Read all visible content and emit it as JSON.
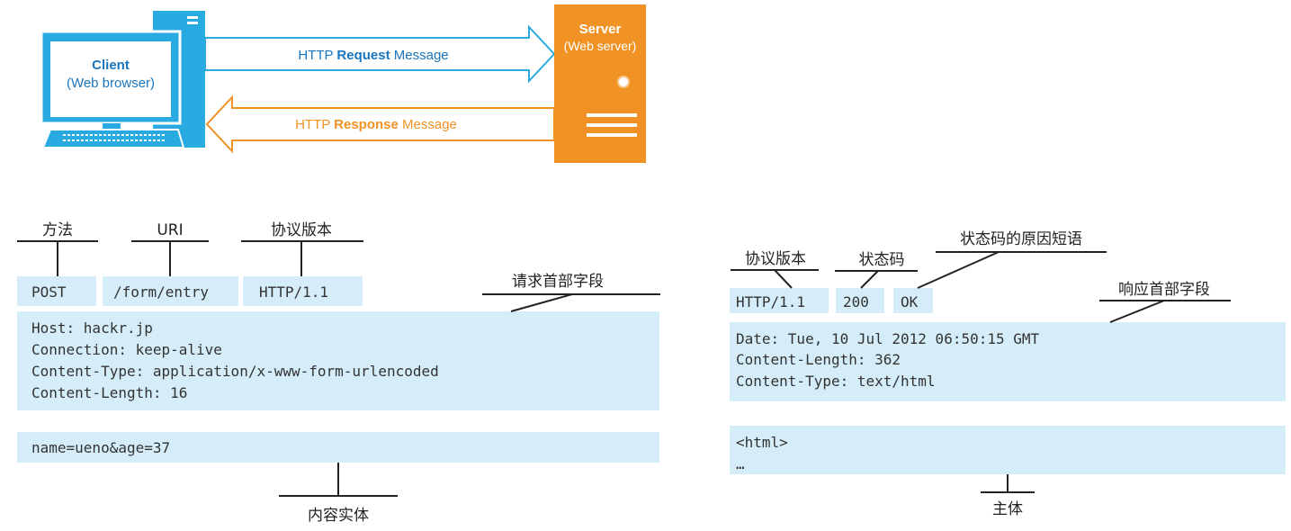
{
  "colors": {
    "client_blue": "#29abe2",
    "client_text": "#1a75bc",
    "server_orange": "#f19224",
    "code_bg": "#d5edf8",
    "line": "#222222"
  },
  "top": {
    "client": {
      "title": "Client",
      "subtitle": "(Web browser)",
      "icon": "computer-icon"
    },
    "server": {
      "title": "Server",
      "subtitle": "(Web server)",
      "icon": "server-icon"
    },
    "request_arrow": {
      "prefix": "HTTP ",
      "bold": "Request",
      "suffix": " Message"
    },
    "response_arrow": {
      "prefix": "HTTP ",
      "bold": "Response",
      "suffix": " Message"
    }
  },
  "request": {
    "labels": {
      "method": "方法",
      "uri": "URI",
      "version": "协议版本",
      "headers": "请求首部字段",
      "body": "内容实体"
    },
    "line": {
      "method": "POST",
      "uri": "/form/entry",
      "version": "HTTP/1.1"
    },
    "headers": [
      "Host: hackr.jp",
      "Connection: keep-alive",
      "Content-Type: application/x-www-form-urlencoded",
      "Content-Length: 16"
    ],
    "body": "name=ueno&age=37"
  },
  "response": {
    "labels": {
      "version": "协议版本",
      "status_code": "状态码",
      "reason": "状态码的原因短语",
      "headers": "响应首部字段",
      "body": "主体"
    },
    "line": {
      "version": "HTTP/1.1",
      "status_code": "200",
      "reason": "OK"
    },
    "headers": [
      "Date: Tue, 10 Jul 2012 06:50:15 GMT",
      "Content-Length: 362",
      "Content-Type: text/html"
    ],
    "body_lines": [
      "<html>",
      "…"
    ]
  }
}
